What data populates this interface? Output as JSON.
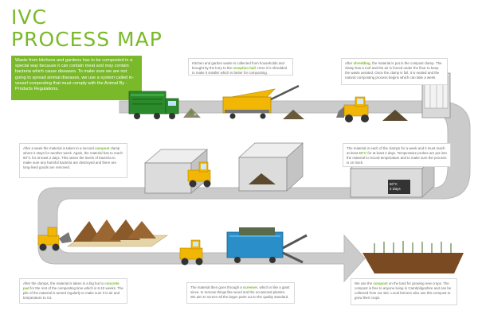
{
  "title": {
    "line1": "IVC",
    "line2": "PROCESS MAP"
  },
  "intro": "Waste from kitchens and gardens has to be composted in a special way because it can contain meat and may contain bacteria which cause diseases. To make sure we are not going to spread animal diseases, we use a system called in-vessel composting that must comply with the Animal By - Products Regulations.",
  "steps": [
    {
      "pre": "Kitchen and garden waste is collected from households and brought by the lorry to the ",
      "hl": "reception hall",
      "post": ". Here it is shredded to make it smaller which is better for composting."
    },
    {
      "pre": "After ",
      "hl": "shredding",
      "post": ", the material is put in the compost clamp. The clamp has a roof and the air is forced under the floor to keep the waste aerated. Once the clamp is full, it is sealed and the natural composting process begins which can take a week."
    },
    {
      "pre": "After a week the material is taken to a second ",
      "hl": "compost",
      "post": " clamp where it stays for another week. Again, the material has to reach 60°C for at least 2 days. This raises the levels of bacteria to make sure any harmful bacteria are destroyed and there are long-lived goods are removed."
    },
    {
      "pre": "The material in each of the clamps for a week and it must reach at least ",
      "hl": "60°C",
      "post": " for at least 2 days. Temperature probes are put into the material to record temperature and to make sure the process is on track."
    },
    {
      "pre": "After the clamps, the material is taken in a big hut to ",
      "hl": "concrete pad",
      "post": " for the rest of the composting time which is 8-10 weeks. The pile of the material is turned regularly to make sure it is air and temperature to rot."
    },
    {
      "pre": "The material then goes through a ",
      "hl": "screener",
      "post": ", which is like a giant sieve, to remove things like wood and the occasional plastics. We aim to screen all the larger parts out to the quality standard."
    },
    {
      "pre": "We use the ",
      "hl": "compost",
      "post": " on the land for growing new crops. The compost is free to anyone living in Cambridgeshire and can be collected from our site. Local farmers also use this compost to grow their crops."
    }
  ],
  "tag": {
    "temp": "60°C",
    "days": "2 Days"
  },
  "colors": {
    "green": "#7ab929",
    "road": "#c9c9c9",
    "vehicle": "#f2b705",
    "skip": "#2b8a2b",
    "screener": "#2a8fc8"
  }
}
